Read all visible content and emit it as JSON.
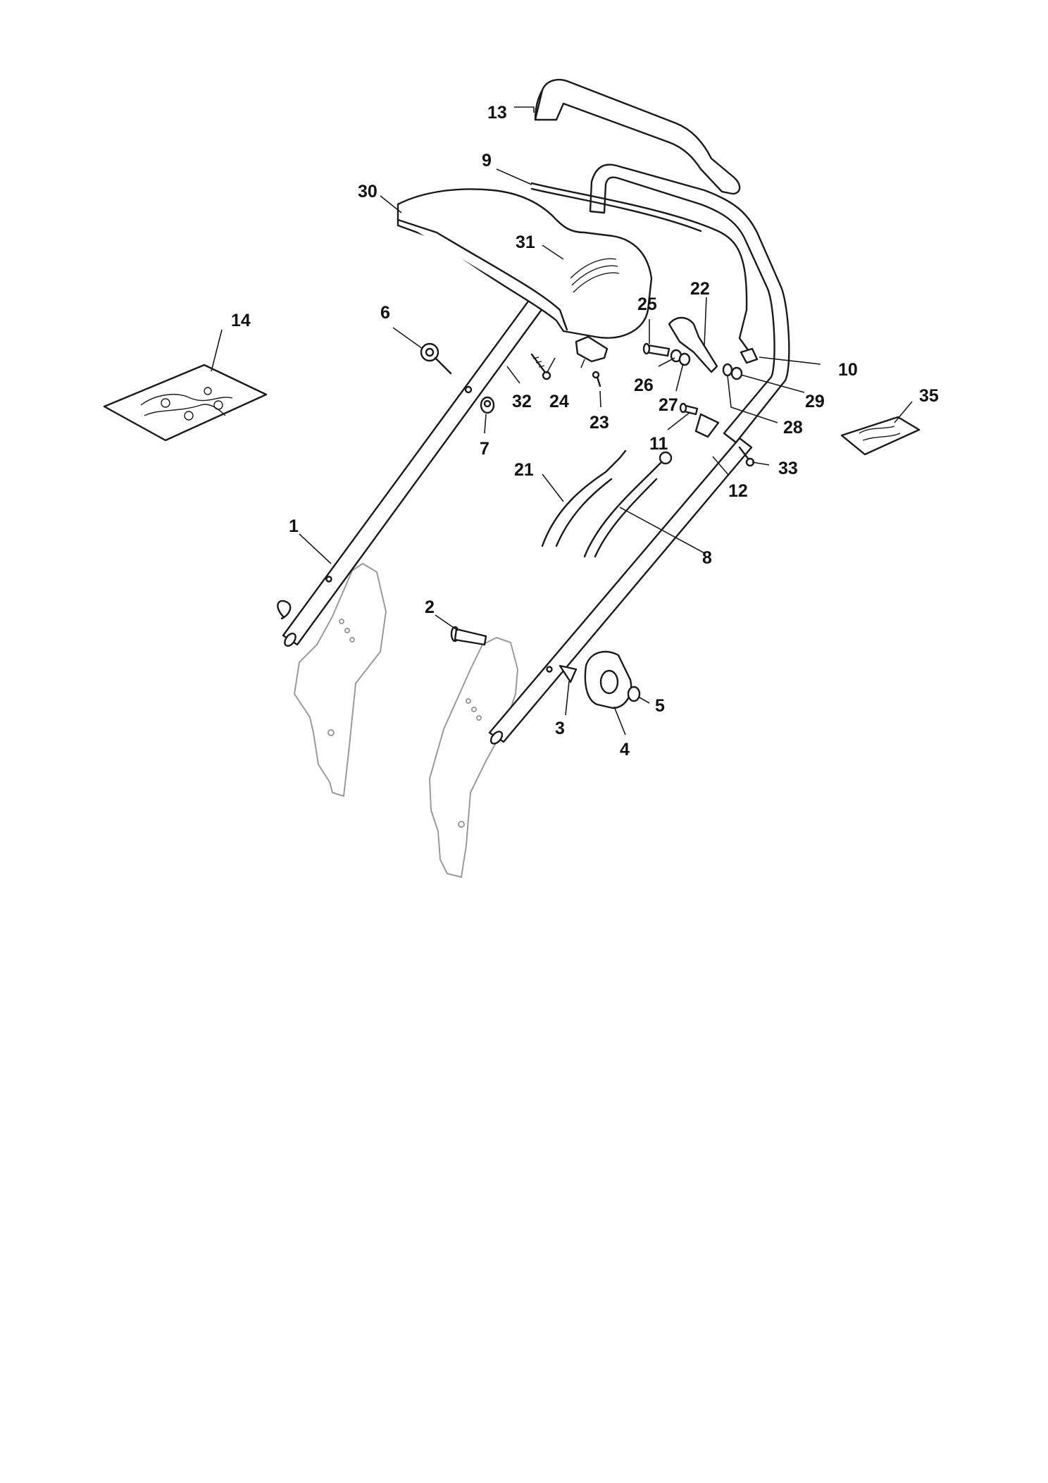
{
  "callouts": [
    {
      "id": "1",
      "text": "1"
    },
    {
      "id": "2",
      "text": "2"
    },
    {
      "id": "3",
      "text": "3"
    },
    {
      "id": "4",
      "text": "4"
    },
    {
      "id": "5",
      "text": "5"
    },
    {
      "id": "6",
      "text": "6"
    },
    {
      "id": "7",
      "text": "7"
    },
    {
      "id": "8",
      "text": "8"
    },
    {
      "id": "9",
      "text": "9"
    },
    {
      "id": "10",
      "text": "10"
    },
    {
      "id": "11",
      "text": "11"
    },
    {
      "id": "12",
      "text": "12"
    },
    {
      "id": "13",
      "text": "13"
    },
    {
      "id": "14",
      "text": "14"
    },
    {
      "id": "21",
      "text": "21"
    },
    {
      "id": "22",
      "text": "22"
    },
    {
      "id": "23",
      "text": "23"
    },
    {
      "id": "24",
      "text": "24"
    },
    {
      "id": "25",
      "text": "25"
    },
    {
      "id": "26",
      "text": "26"
    },
    {
      "id": "27",
      "text": "27"
    },
    {
      "id": "28",
      "text": "28"
    },
    {
      "id": "29",
      "text": "29"
    },
    {
      "id": "30",
      "text": "30"
    },
    {
      "id": "31",
      "text": "31"
    },
    {
      "id": "32",
      "text": "32"
    },
    {
      "id": "33",
      "text": "33"
    },
    {
      "id": "35",
      "text": "35"
    }
  ]
}
